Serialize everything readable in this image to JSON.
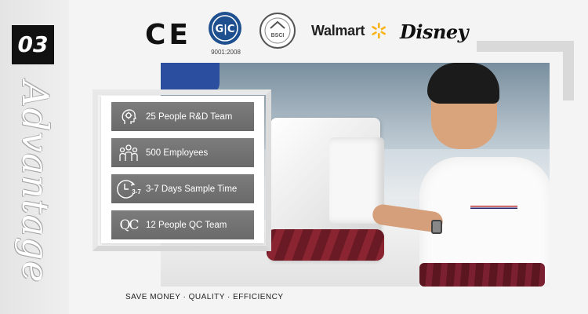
{
  "section": {
    "number": "03",
    "script_word": "Advantage"
  },
  "certifications": {
    "ce": "CE",
    "iso_caption": "9001:2008",
    "bsci": "BSCI",
    "walmart": "Walmart",
    "disney": "Disney"
  },
  "features": [
    {
      "icon": "gear-head-icon",
      "label": "25 People R&D Team"
    },
    {
      "icon": "people-group-icon",
      "label": "500 Employees"
    },
    {
      "icon": "clock-icon",
      "icon_text": "3-7",
      "label": "3-7 Days Sample Time"
    },
    {
      "icon": "qc-icon",
      "icon_text": "QC",
      "label": "12 People QC Team"
    }
  ],
  "tagline": "SAVE MONEY · QUALITY · EFFICIENCY",
  "colors": {
    "badge_bg": "#111111",
    "feature_bg": "#747474",
    "frame": "#e8e8e8",
    "fabric": "#7a2030"
  }
}
